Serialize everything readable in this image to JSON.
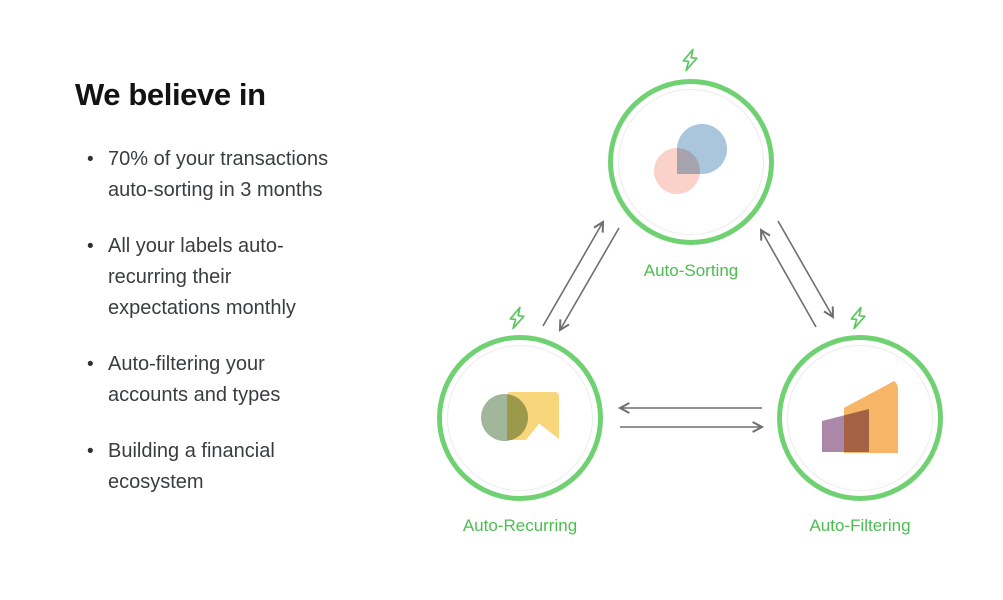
{
  "slide": {
    "title": "We believe in",
    "bullets": [
      "70% of your transactions\nauto-sorting in 3 months",
      "All your labels auto-\nrecurring their\nexpectations monthly",
      "Auto-filtering your\naccounts and types",
      "Building a financial\necosystem"
    ]
  },
  "diagram": {
    "nodes": [
      {
        "id": "auto-sorting",
        "label": "Auto-Sorting",
        "badge": "lightning-bolt-icon"
      },
      {
        "id": "auto-recurring",
        "label": "Auto-Recurring",
        "badge": "lightning-bolt-icon"
      },
      {
        "id": "auto-filtering",
        "label": "Auto-Filtering",
        "badge": "lightning-bolt-icon"
      }
    ],
    "edges": [
      {
        "from": "auto-recurring",
        "to": "auto-sorting",
        "bidirectional": true
      },
      {
        "from": "auto-sorting",
        "to": "auto-filtering",
        "bidirectional": true
      },
      {
        "from": "auto-filtering",
        "to": "auto-recurring",
        "bidirectional": true
      }
    ],
    "colors": {
      "ring_green": "#70d173",
      "label_green": "#4dbd52",
      "bolt_green": "#59c75e",
      "arrow_gray": "#6f6f6f",
      "inner_ring_gray": "#ececec",
      "sorting_blue": "#a9c6dc",
      "sorting_pink": "#fbd2ca",
      "recurring_sage": "#a2b69c",
      "recurring_yellow": "#f8d67b",
      "filtering_orange": "#f6b567",
      "filtering_purple": "#ab88a8",
      "title_text": "#131313",
      "body_text": "#3a3d40"
    }
  }
}
